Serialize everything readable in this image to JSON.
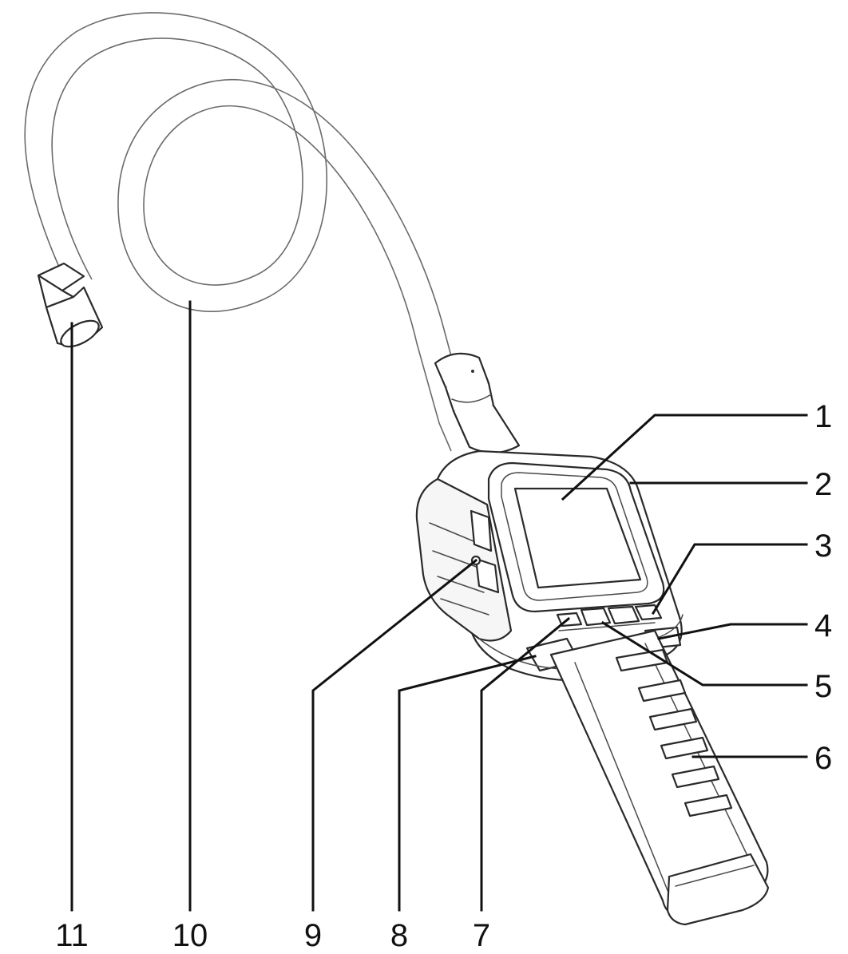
{
  "callouts": [
    {
      "id": "1",
      "label": "1"
    },
    {
      "id": "2",
      "label": "2"
    },
    {
      "id": "3",
      "label": "3"
    },
    {
      "id": "4",
      "label": "4"
    },
    {
      "id": "5",
      "label": "5"
    },
    {
      "id": "6",
      "label": "6"
    },
    {
      "id": "7",
      "label": "7"
    },
    {
      "id": "8",
      "label": "8"
    },
    {
      "id": "9",
      "label": "9"
    },
    {
      "id": "10",
      "label": "10"
    },
    {
      "id": "11",
      "label": "11"
    }
  ],
  "colors": {
    "line": "#111111",
    "outline": "#2a2a2a",
    "tube": "#6b6b6b",
    "background": "#ffffff"
  }
}
